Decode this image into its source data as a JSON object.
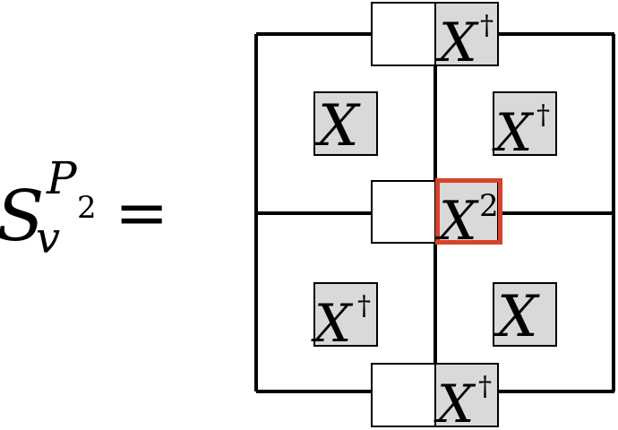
{
  "equation": {
    "symbol": "S",
    "superscript": "P",
    "superscript_subscript": "2",
    "subscript": "v",
    "equals": "="
  },
  "operators": {
    "top": {
      "base": "X",
      "exp": "†"
    },
    "plaquette_top_left": {
      "base": "X",
      "exp": ""
    },
    "plaquette_top_right": {
      "base": "X",
      "exp": "†"
    },
    "center": {
      "base": "X",
      "exp": "2"
    },
    "plaquette_bottom_left": {
      "base": "X",
      "exp": "†"
    },
    "plaquette_bottom_right": {
      "base": "X",
      "exp": ""
    },
    "bottom": {
      "base": "X",
      "exp": "†"
    }
  },
  "colors": {
    "line": "#000000",
    "operator_fill": "#d9d9d9",
    "empty_box_fill": "#ffffff",
    "highlight": "#d9412b"
  }
}
